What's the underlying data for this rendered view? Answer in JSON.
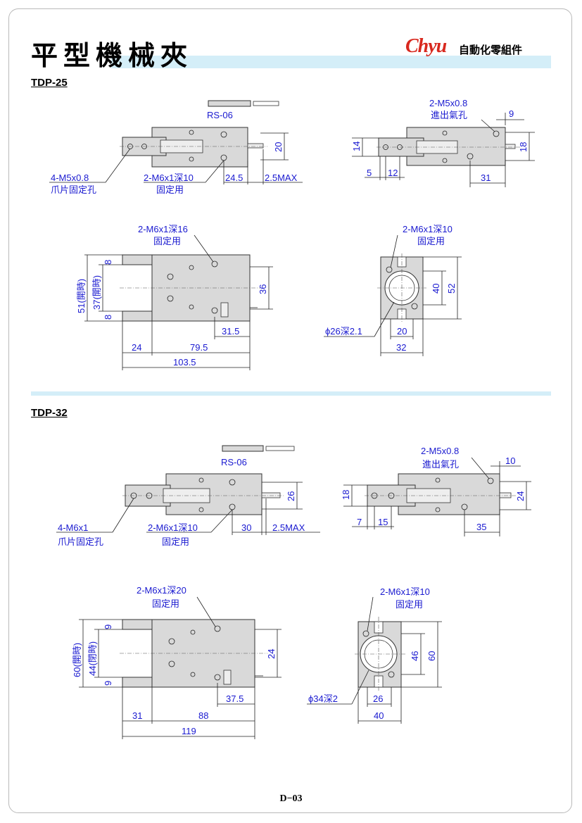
{
  "header": {
    "title": "平型機械夾",
    "brand": "Chyu",
    "tagline": "自動化零組件"
  },
  "sections": [
    {
      "model": "TDP-25",
      "side_view": {
        "sensor": "RS-06",
        "height": "20",
        "stroke_to_port": "24.5",
        "max_extension": "2.5MAX",
        "jaw_holes": [
          "4-M5x0.8",
          "爪片固定孔"
        ],
        "mount_holes": [
          "2-M6x1深10",
          "固定用"
        ]
      },
      "port_view": {
        "ports": [
          "2-M5x0.8",
          "進出氣孔"
        ],
        "top_offset": "9",
        "jaw_height": "14",
        "body_height": "18",
        "offset_a": "5",
        "offset_b": "12",
        "port_pitch": "31"
      },
      "top_view": {
        "mount_holes": [
          "2-M6x1深16",
          "固定用"
        ],
        "open_width": "51(開時)",
        "closed_width": "37(開時)",
        "jaw_width_top": "8",
        "jaw_width_bottom": "8",
        "body_width": "36",
        "sensor_offset": "31.5",
        "jaw_length": "24",
        "body_length": "79.5",
        "total_length": "103.5"
      },
      "end_view": {
        "mount_holes": [
          "2-M6x1深10",
          "固定用"
        ],
        "boss": "ϕ26深2.1",
        "height_inner": "40",
        "height_outer": "52",
        "width_inner": "20",
        "width_outer": "32"
      }
    },
    {
      "model": "TDP-32",
      "side_view": {
        "sensor": "RS-06",
        "height": "26",
        "stroke_to_port": "30",
        "max_extension": "2.5MAX",
        "jaw_holes": [
          "4-M6x1",
          "爪片固定孔"
        ],
        "mount_holes": [
          "2-M6x1深10",
          "固定用"
        ]
      },
      "port_view": {
        "ports": [
          "2-M5x0.8",
          "進出氣孔"
        ],
        "top_offset": "10",
        "jaw_height": "18",
        "body_height": "24",
        "offset_a": "7",
        "offset_b": "15",
        "port_pitch": "35"
      },
      "top_view": {
        "mount_holes": [
          "2-M6x1深20",
          "固定用"
        ],
        "open_width": "60(開時)",
        "closed_width": "44(閉時)",
        "jaw_width_top": "9",
        "jaw_width_bottom": "9",
        "body_width": "24",
        "sensor_offset": "37.5",
        "jaw_length": "31",
        "body_length": "88",
        "total_length": "119"
      },
      "end_view": {
        "mount_holes": [
          "2-M6x1深10",
          "固定用"
        ],
        "boss": "ϕ34深2",
        "height_inner": "46",
        "height_outer": "60",
        "width_inner": "26",
        "width_outer": "40"
      }
    }
  ],
  "footer": {
    "page_number": "D−03"
  }
}
